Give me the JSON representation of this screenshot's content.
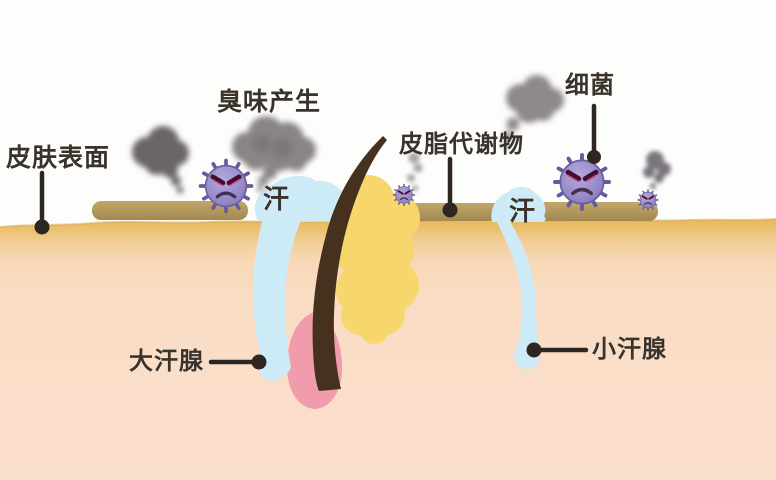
{
  "figure": {
    "type": "skin cross-section illustration of sweat glands, sebum and odor-causing bacteria",
    "labels": {
      "skin_surface": "皮肤表面",
      "odor_production": "臭味产生",
      "sebum_metabolites": "皮脂代谢物",
      "bacteria": "细菌",
      "sweat_left": "汗",
      "sweat_right": "汗",
      "apocrine_gland": "大汗腺",
      "eccrine_gland": "小汗腺"
    },
    "colors": {
      "background": "#FDFDFB",
      "epidermis_gold": "#E7B75C",
      "dermis_peach": "#FCE0CE",
      "surface_plaque_tan": "#B49A5F",
      "sweat_blue": "#CDEBF7",
      "hair_brown": "#46301E",
      "follicle_pink": "#F19CAD",
      "sebum_yellow": "#F7D76B",
      "germ_purple": "#8B7EBD",
      "smoke_gray": "#817C7C",
      "label_text": "#3A332B",
      "pointer_dark": "#2E2620"
    }
  }
}
